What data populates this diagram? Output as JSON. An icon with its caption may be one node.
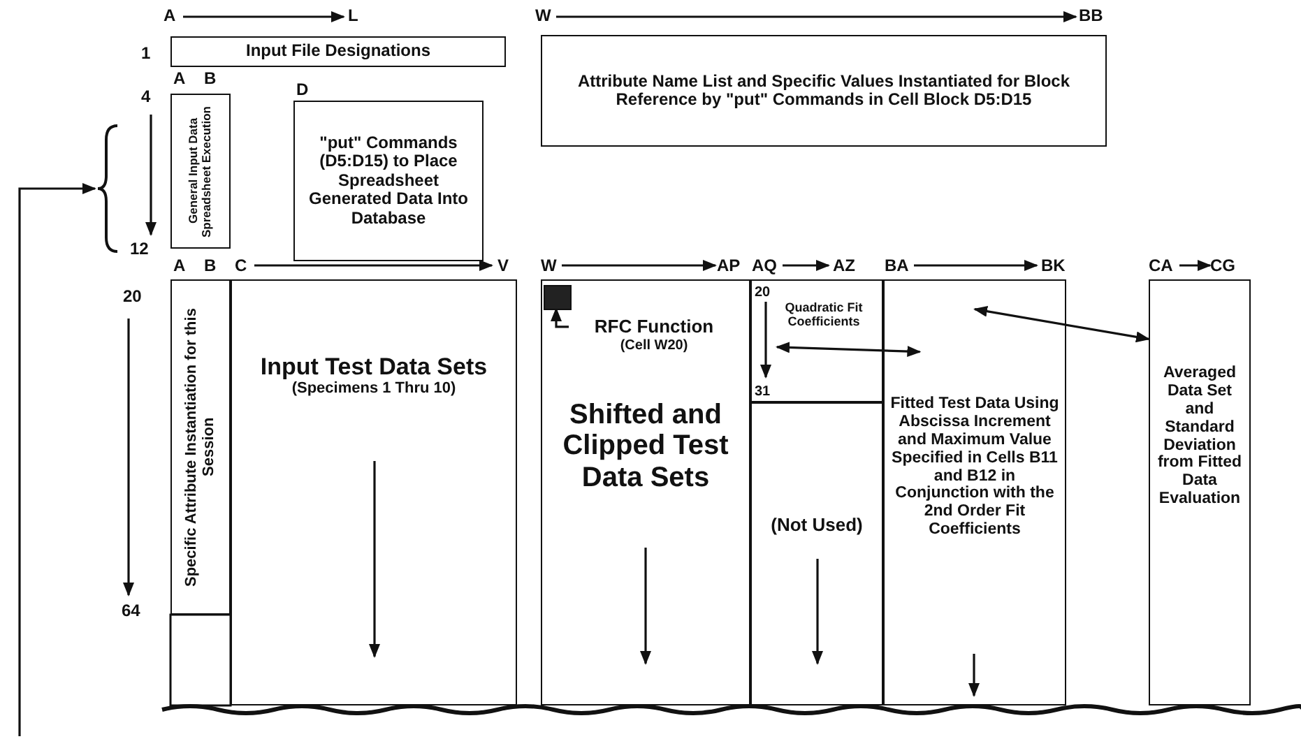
{
  "diagram": {
    "nodes": [
      {
        "text": [
          "Input File Designations"
        ]
      },
      {
        "text": [
          "Attribute Name List and Specific Values Instantiated for Block Reference by \"put\" Commands in Cell Block D5:D15"
        ]
      },
      {
        "text": [],
        "shape": "brace"
      },
      {
        "text": [
          "General Input Data Spreadsheet Execution"
        ]
      },
      {
        "text": [
          "\"put\" Commands (D5:D15) to Place Spreadsheet Generated Data Into Database"
        ]
      },
      {
        "text": [
          "Specific Attribute Instantiation for this Session"
        ]
      },
      {
        "text": [
          "Input Test Data Sets",
          "(Specimens 1 Thru 10)"
        ]
      },
      {
        "text": [
          "Shifted and Clipped Test Data Sets"
        ]
      },
      {
        "text": [],
        "shape": "box",
        "in": 7
      },
      {
        "text": [
          "RFC Function",
          "(Cell W20)"
        ],
        "in": 7
      },
      {
        "text": [
          "Quadratic Fit Coefficients"
        ]
      },
      {
        "text": [
          "(Not Used)"
        ]
      },
      {
        "text": [
          "Fitted Test Data Using Abscissa Increment and Maximum Value Specified in Cells B11 and B12 in Conjunction with the 2nd Order Fit Coefficients"
        ]
      },
      {
        "text": [
          "Averaged Data Set and Standard Deviation from Fitted Data Evaluation"
        ]
      }
    ],
    "edges": [
      {
        "from": null,
        "to": 2,
        "arrow": "to"
      },
      {
        "from": 9,
        "to": 8,
        "arrow": "to"
      },
      {
        "from": 10,
        "to": 12,
        "arrow": "both"
      },
      {
        "from": 12,
        "to": 13,
        "arrow": "both"
      }
    ],
    "labels": [
      "A",
      "L",
      "W",
      "BB",
      "1",
      "A",
      "B",
      "4",
      "D",
      "12",
      "A",
      "B",
      "C",
      "V",
      "W",
      "AP",
      "AQ",
      "AZ",
      "BA",
      "BK",
      "CA",
      "CG",
      "20",
      "20",
      "31",
      "64"
    ]
  }
}
